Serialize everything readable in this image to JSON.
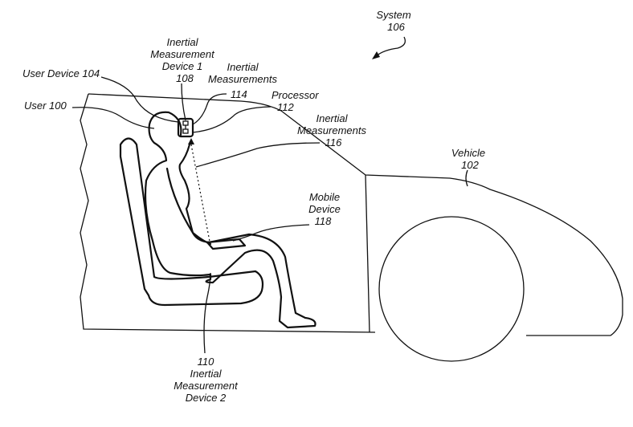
{
  "labels": {
    "system": [
      "System",
      "106"
    ],
    "imu1": [
      "Inertial",
      "Measurement",
      "Device 1",
      "108"
    ],
    "meas114": [
      "Inertial",
      "Measurements",
      "114"
    ],
    "user_device": "User Device 104",
    "user": "User 100",
    "processor": [
      "Processor",
      "112"
    ],
    "meas116": [
      "Inertial",
      "Measurements",
      "116"
    ],
    "vehicle": [
      "Vehicle",
      "102"
    ],
    "mobile": [
      "Mobile",
      "Device",
      "118"
    ],
    "imu2": [
      "110",
      "Inertial",
      "Measurement",
      "Device 2"
    ]
  }
}
